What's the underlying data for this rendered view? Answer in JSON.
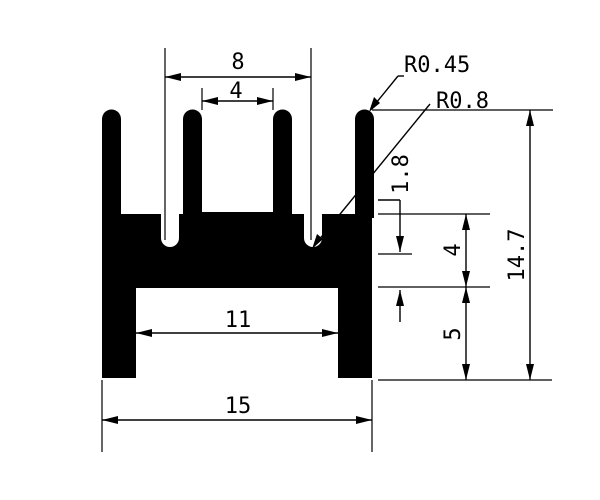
{
  "colors": {
    "profile": "#000000",
    "lines": "#000000",
    "background": "#ffffff"
  },
  "dimensions": {
    "outer_pitch": "8",
    "inner_pitch": "4",
    "tip_radius": "R0.45",
    "root_radius": "R0.8",
    "fin_width": "1.8",
    "slot_depth": "4",
    "total_height": "14.7",
    "base_height": "5",
    "inner_span": "11",
    "total_width": "15"
  }
}
